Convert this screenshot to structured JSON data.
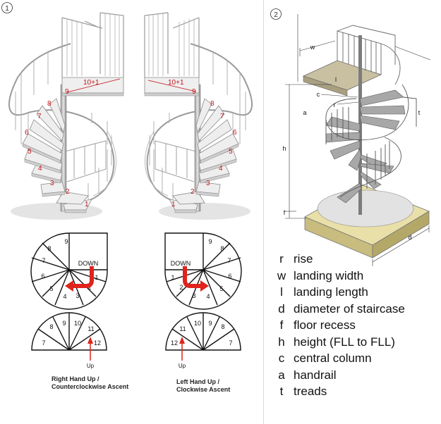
{
  "panels": {
    "left_number": "1",
    "right_number": "2"
  },
  "stair_left_steps": [
    "1",
    "2",
    "3",
    "4",
    "5",
    "6",
    "7",
    "8",
    "9",
    "10+1"
  ],
  "stair_right_steps": [
    "1",
    "2",
    "3",
    "4",
    "5",
    "6",
    "7",
    "8",
    "9",
    "10+1"
  ],
  "plans": {
    "counterclockwise": {
      "circle_steps": [
        "1",
        "2",
        "3",
        "4",
        "5",
        "6",
        "7",
        "8",
        "9"
      ],
      "down_label": "DOWN",
      "half_steps": [
        "7",
        "8",
        "9",
        "10",
        "11",
        "12"
      ],
      "up_label": "Up",
      "caption_line1": "Right Hand Up /",
      "caption_line2": "Counterclockwise Ascent"
    },
    "clockwise": {
      "circle_steps": [
        "1",
        "2",
        "3",
        "4",
        "5",
        "6",
        "7",
        "8",
        "9"
      ],
      "down_label": "DOWN",
      "half_steps": [
        "12",
        "11",
        "10",
        "9",
        "8",
        "7"
      ],
      "up_label": "Up",
      "caption_line1": "Left Hand Up /",
      "caption_line2": "Clockwise  Ascent"
    }
  },
  "dimension_labels": {
    "w": "w",
    "l": "l",
    "c": "c",
    "r": "r",
    "a": "a",
    "t": "t",
    "h": "h",
    "f": "f",
    "d": "d"
  },
  "legend": [
    {
      "symbol": "r",
      "text": "rise"
    },
    {
      "symbol": "w",
      "text": "landing width"
    },
    {
      "symbol": "l",
      "text": "landing length"
    },
    {
      "symbol": "d",
      "text": "diameter of staircase"
    },
    {
      "symbol": "f",
      "text": "floor recess"
    },
    {
      "symbol": "h",
      "text": "height (FLL to FLL)"
    },
    {
      "symbol": "c",
      "text": "central column"
    },
    {
      "symbol": "a",
      "text": "handrail"
    },
    {
      "symbol": "t",
      "text": "treads"
    }
  ],
  "colors": {
    "arrow_red": "#e0231c",
    "label_red": "#c0161d",
    "tread_gray": "#e8e8e8",
    "floor_sand": "#e9dfa8",
    "landing_tan": "#c9c0a2"
  }
}
